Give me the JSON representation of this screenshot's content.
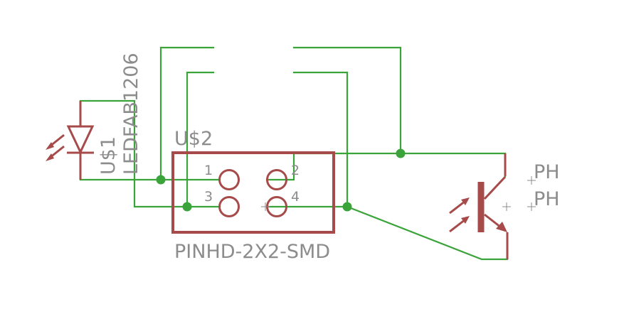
{
  "diagram": {
    "type": "schematic",
    "colors": {
      "wire": "#3aa33a",
      "part": "#a64a4a",
      "text": "#8c8c8c",
      "background": "#ffffff"
    },
    "led": {
      "ref": "U$1",
      "value": "LEDFAB1206"
    },
    "header": {
      "ref": "U$2",
      "value": "PINHD-2X2-SMD",
      "pins": [
        "1",
        "2",
        "3",
        "4"
      ]
    },
    "phototransistor": {
      "ref": "PH",
      "value": "PH"
    }
  }
}
